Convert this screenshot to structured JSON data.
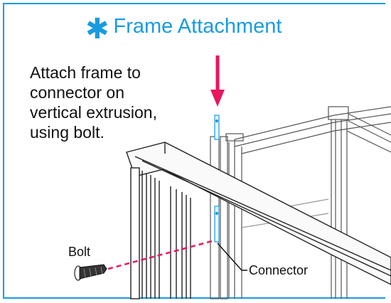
{
  "title": {
    "icon": "asterisk-icon",
    "text": "Frame Attachment"
  },
  "instructions": [
    "Attach frame to",
    "connector on",
    "vertical extrusion,",
    "using bolt."
  ],
  "labels": {
    "bolt": "Bolt",
    "connector": "Connector"
  },
  "colors": {
    "accent": "#1a9be0",
    "arrow": "#e8175d",
    "line": "#333333"
  }
}
